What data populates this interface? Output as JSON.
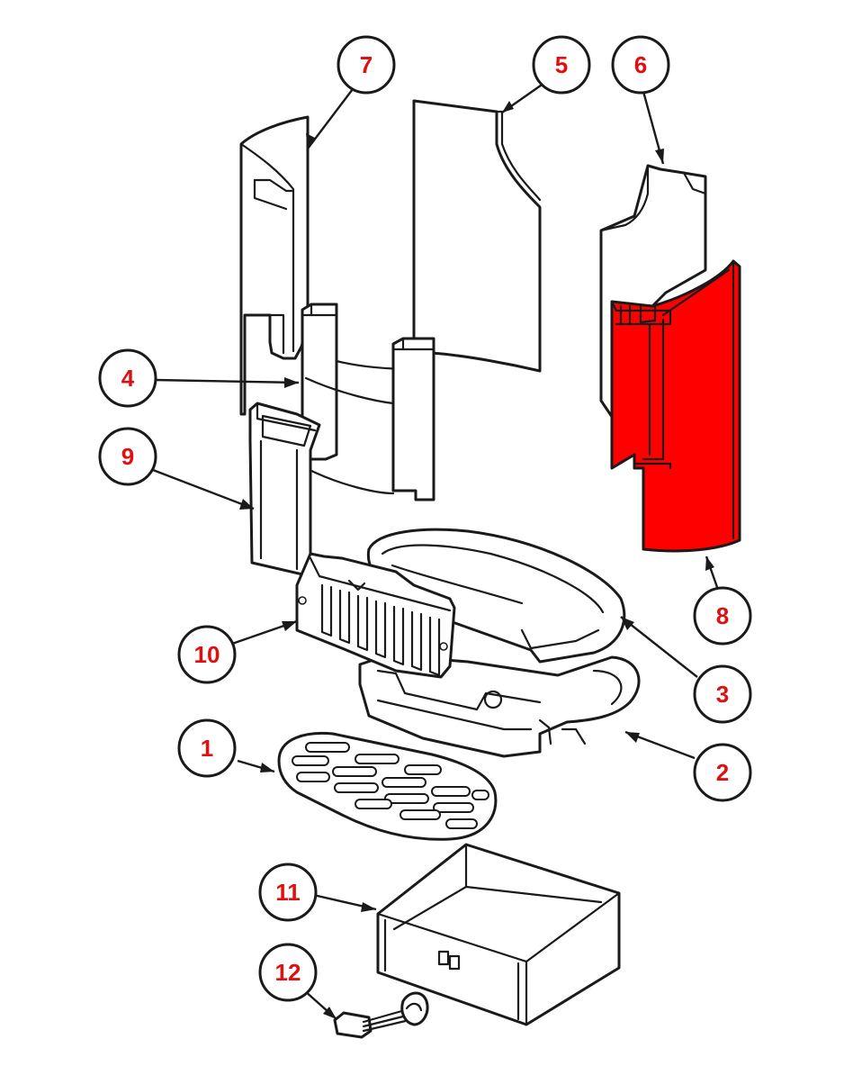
{
  "diagram": {
    "highlight_color": "#ff0000",
    "label_color": "#e01010",
    "highlighted_part": "8",
    "callouts": [
      {
        "id": "c1",
        "label": "1"
      },
      {
        "id": "c2",
        "label": "2"
      },
      {
        "id": "c3",
        "label": "3"
      },
      {
        "id": "c4",
        "label": "4"
      },
      {
        "id": "c5",
        "label": "5"
      },
      {
        "id": "c6",
        "label": "6"
      },
      {
        "id": "c7",
        "label": "7"
      },
      {
        "id": "c8",
        "label": "8"
      },
      {
        "id": "c9",
        "label": "9"
      },
      {
        "id": "c10",
        "label": "10"
      },
      {
        "id": "c11",
        "label": "11"
      },
      {
        "id": "c12",
        "label": "12"
      }
    ]
  }
}
